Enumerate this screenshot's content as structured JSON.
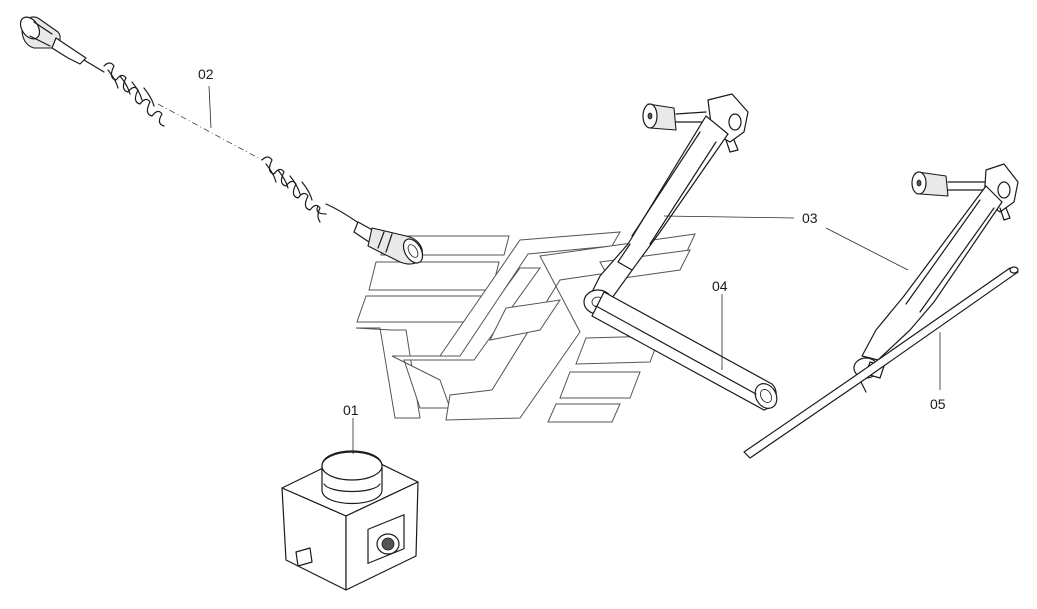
{
  "labels": {
    "p01": "01",
    "p02": "02",
    "p03": "03",
    "p04": "04",
    "p05": "05"
  },
  "colors": {
    "line": "#1a1a1a",
    "background": "#ffffff",
    "watermark": "#555555"
  }
}
